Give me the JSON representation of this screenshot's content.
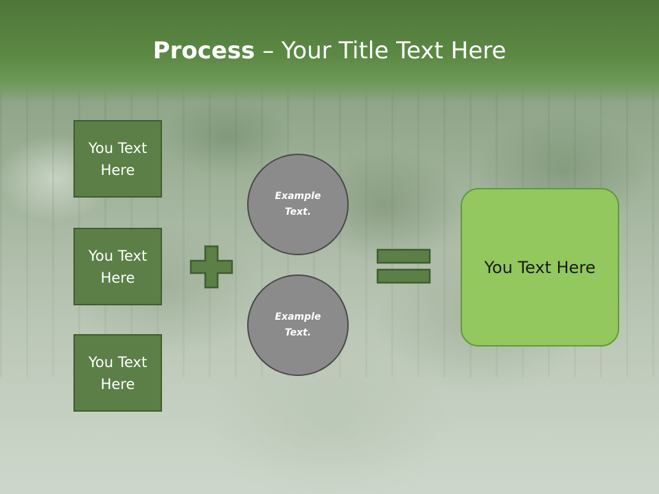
{
  "slide": {
    "title_bold": "Process",
    "title_rest": " – Your Title Text Here"
  },
  "left_boxes": [
    {
      "label": "You Text Here"
    },
    {
      "label": "You Text Here"
    },
    {
      "label": "You Text Here"
    }
  ],
  "circles": [
    {
      "label": "Example Text."
    },
    {
      "label": "Example Text."
    }
  ],
  "operators": {
    "plus_icon": "plus-icon",
    "equals_icon": "equals-icon"
  },
  "result": {
    "label": "You Text Here"
  },
  "colors": {
    "header": "#5c8944",
    "box_fill": "#5b7f47",
    "box_border": "#3e5e2e",
    "circle_fill": "#8b8b8b",
    "result_fill": "#92c85e"
  }
}
